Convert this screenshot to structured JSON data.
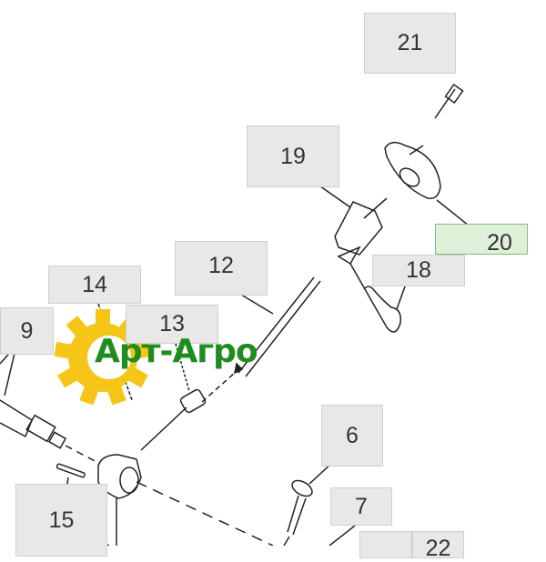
{
  "diagram": {
    "callouts": [
      {
        "id": "21",
        "label": "21"
      },
      {
        "id": "19",
        "label": "19"
      },
      {
        "id": "20",
        "label": "20",
        "highlighted": true
      },
      {
        "id": "18",
        "label": "18"
      },
      {
        "id": "12",
        "label": "12"
      },
      {
        "id": "14",
        "label": "14"
      },
      {
        "id": "13",
        "label": "13"
      },
      {
        "id": "9",
        "label": "9"
      },
      {
        "id": "6",
        "label": "6"
      },
      {
        "id": "7",
        "label": "7"
      },
      {
        "id": "15",
        "label": "15"
      },
      {
        "id": "22",
        "label": "22"
      }
    ],
    "highlight_color": "#dff0da"
  },
  "watermark": {
    "text": "Арт-Агро",
    "gear_color": "#f5c518",
    "text_color": "#1e8c1e"
  }
}
